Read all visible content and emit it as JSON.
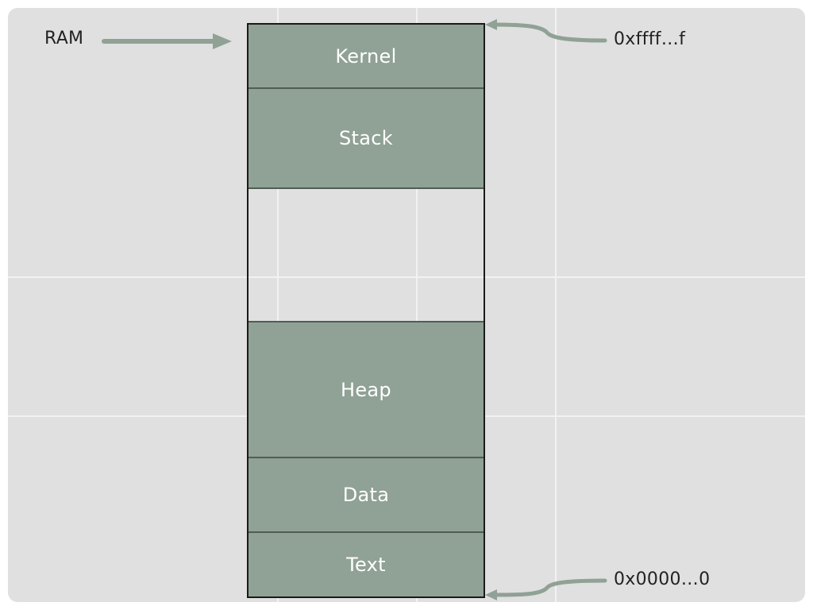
{
  "diagram": {
    "ram_label": "RAM",
    "top_address": "0xffff…f",
    "bottom_address": "0x0000…0",
    "segments": {
      "kernel": "Kernel",
      "stack": "Stack",
      "heap": "Heap",
      "data": "Data",
      "text": "Text"
    },
    "colors": {
      "segment_fill": "#90a195",
      "arrow": "#90a195",
      "background": "#e0e0e0"
    }
  }
}
